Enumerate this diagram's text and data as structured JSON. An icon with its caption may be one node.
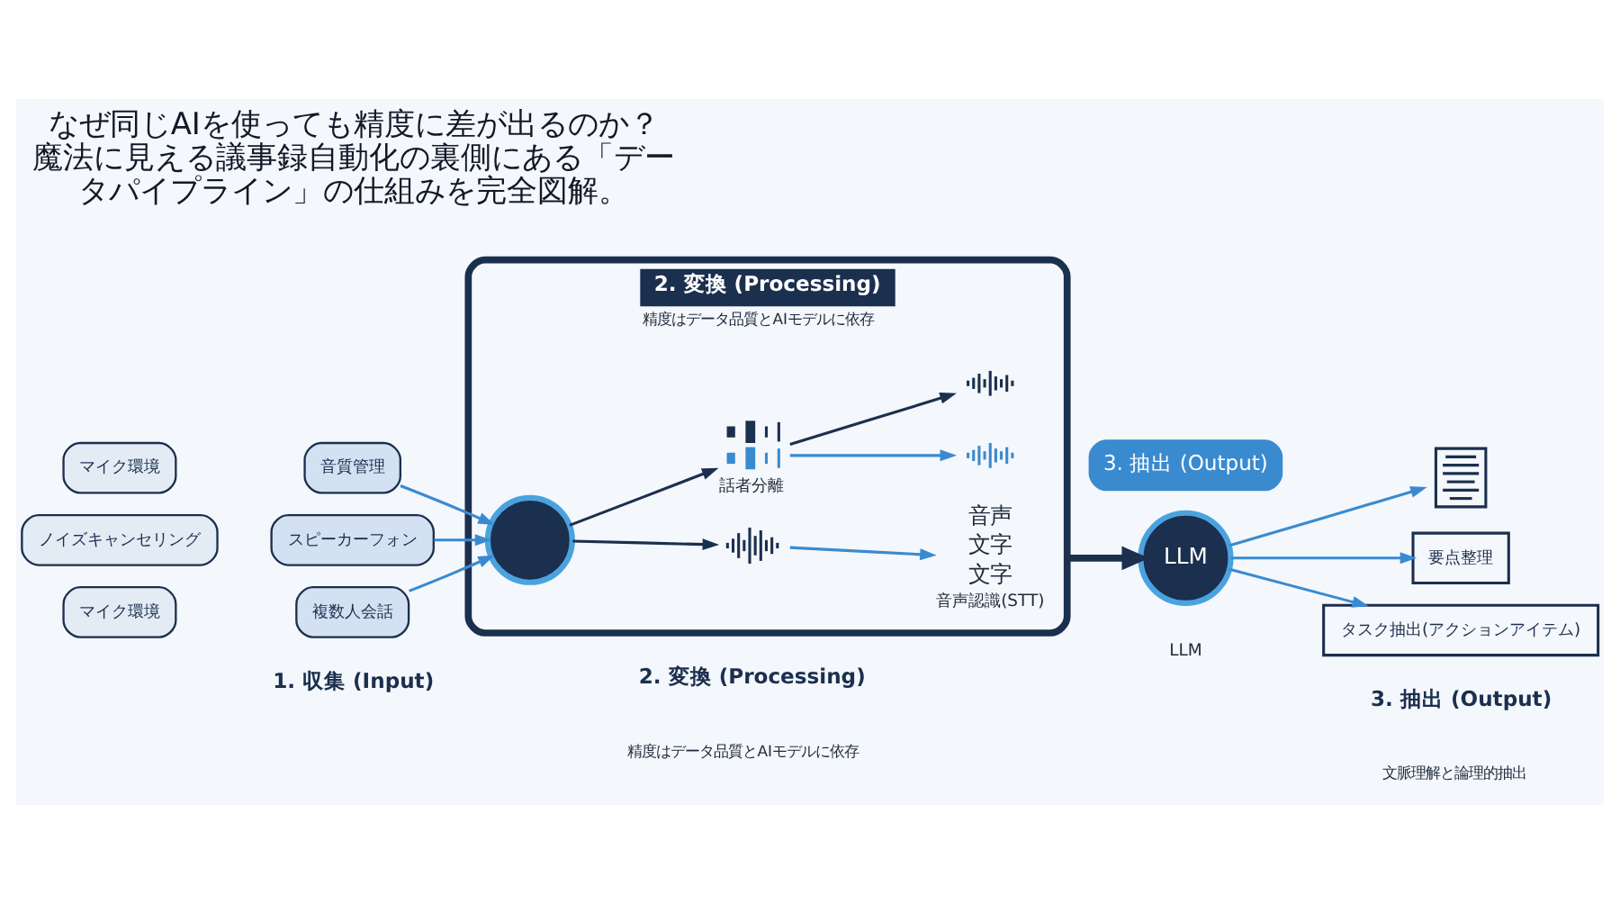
{
  "diagram": {
    "title": "なぜ同じAIを使っても精度に差が出るのか？魔法に見える議事録自動化の裏側にある「データパイプライン」の仕組みを完全図解。",
    "nodes": [
      {
        "text": [
          "マイク環境"
        ]
      },
      {
        "text": [
          "音質管理"
        ]
      },
      {
        "text": [
          "ノイズキャンセリング"
        ]
      },
      {
        "text": [
          "スピーカーフォン"
        ]
      },
      {
        "text": [
          "マイク環境"
        ]
      },
      {
        "text": [
          "複数人会話"
        ]
      },
      {
        "text": [
          "2. 変換 (Processing)",
          "精度はデータ品質とAIモデルに依存"
        ]
      },
      {
        "text": [],
        "shape": "circle",
        "in": 6
      },
      {
        "text": [],
        "shape": "picture",
        "in": 6,
        "beside": [
          "話者分離"
        ]
      },
      {
        "text": [],
        "shape": "picture",
        "in": 6
      },
      {
        "text": [],
        "shape": "picture",
        "in": 6
      },
      {
        "text": [],
        "shape": "picture",
        "in": 6
      },
      {
        "text": [
          "音声",
          "文字",
          "文字"
        ],
        "in": 6,
        "beside": [
          "音声認識(STT)"
        ]
      },
      {
        "text": [
          "LLM"
        ],
        "beside": [
          "LLM"
        ]
      },
      {
        "text": [
          "3. 抽出 (Output)"
        ]
      },
      {
        "text": [],
        "shape": "picture"
      },
      {
        "text": [
          "要点整理"
        ]
      },
      {
        "text": [
          "タスク抽出(アクションアイテム)"
        ]
      }
    ],
    "edges": [
      {
        "from": 1,
        "to": 7,
        "arrow": "to"
      },
      {
        "from": 3,
        "to": 7,
        "arrow": "to"
      },
      {
        "from": 5,
        "to": 7,
        "arrow": "to"
      },
      {
        "from": 7,
        "to": 8,
        "arrow": "to",
        "color": "#1b2f4e"
      },
      {
        "from": 7,
        "to": 11,
        "arrow": "to",
        "color": "#1b2f4e"
      },
      {
        "from": 8,
        "to": 9,
        "arrow": "to",
        "color": "#1b2f4e"
      },
      {
        "from": 8,
        "to": 10,
        "arrow": "to"
      },
      {
        "from": 11,
        "to": 12,
        "arrow": "to"
      },
      {
        "from": 6,
        "to": 13,
        "arrow": "to",
        "style": "thick",
        "color": "#1b2f4e"
      },
      {
        "from": 13,
        "to": 15,
        "arrow": "to"
      },
      {
        "from": 13,
        "to": 16,
        "arrow": "to"
      },
      {
        "from": 13,
        "to": 17,
        "arrow": "to"
      }
    ],
    "labels": [
      "1. 収集 (Input)",
      "2. 変換 (Processing)",
      "精度はデータ品質とAIモデルに依存",
      "3. 抽出 (Output)",
      "文脈理解と論理的抽出"
    ]
  }
}
